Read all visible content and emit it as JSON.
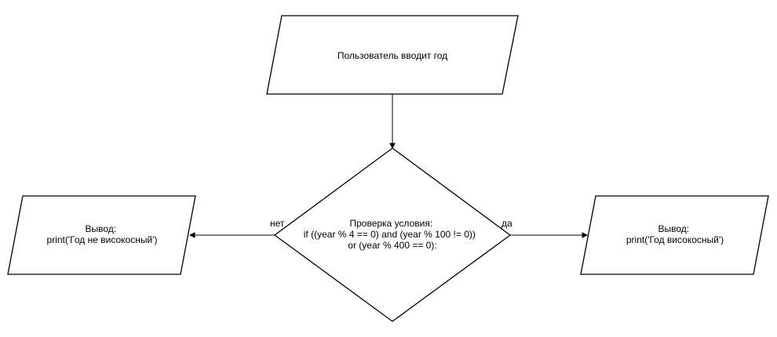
{
  "diagram": {
    "input_node": {
      "lines": [
        "Пользователь вводит год"
      ]
    },
    "decision_node": {
      "lines": [
        "Проверка условия:",
        "if ((year % 4 == 0) and (year % 100 != 0))",
        "or (year % 400 == 0):"
      ]
    },
    "output_no_node": {
      "lines": [
        "Вывод:",
        "print('Год не високосный')"
      ]
    },
    "output_yes_node": {
      "lines": [
        "Вывод:",
        "print('Год високосный')"
      ]
    },
    "edge_labels": {
      "no": "нет",
      "yes": "да"
    },
    "colors": {
      "stroke": "#000000",
      "fill": "#ffffff",
      "text": "#000000"
    }
  }
}
